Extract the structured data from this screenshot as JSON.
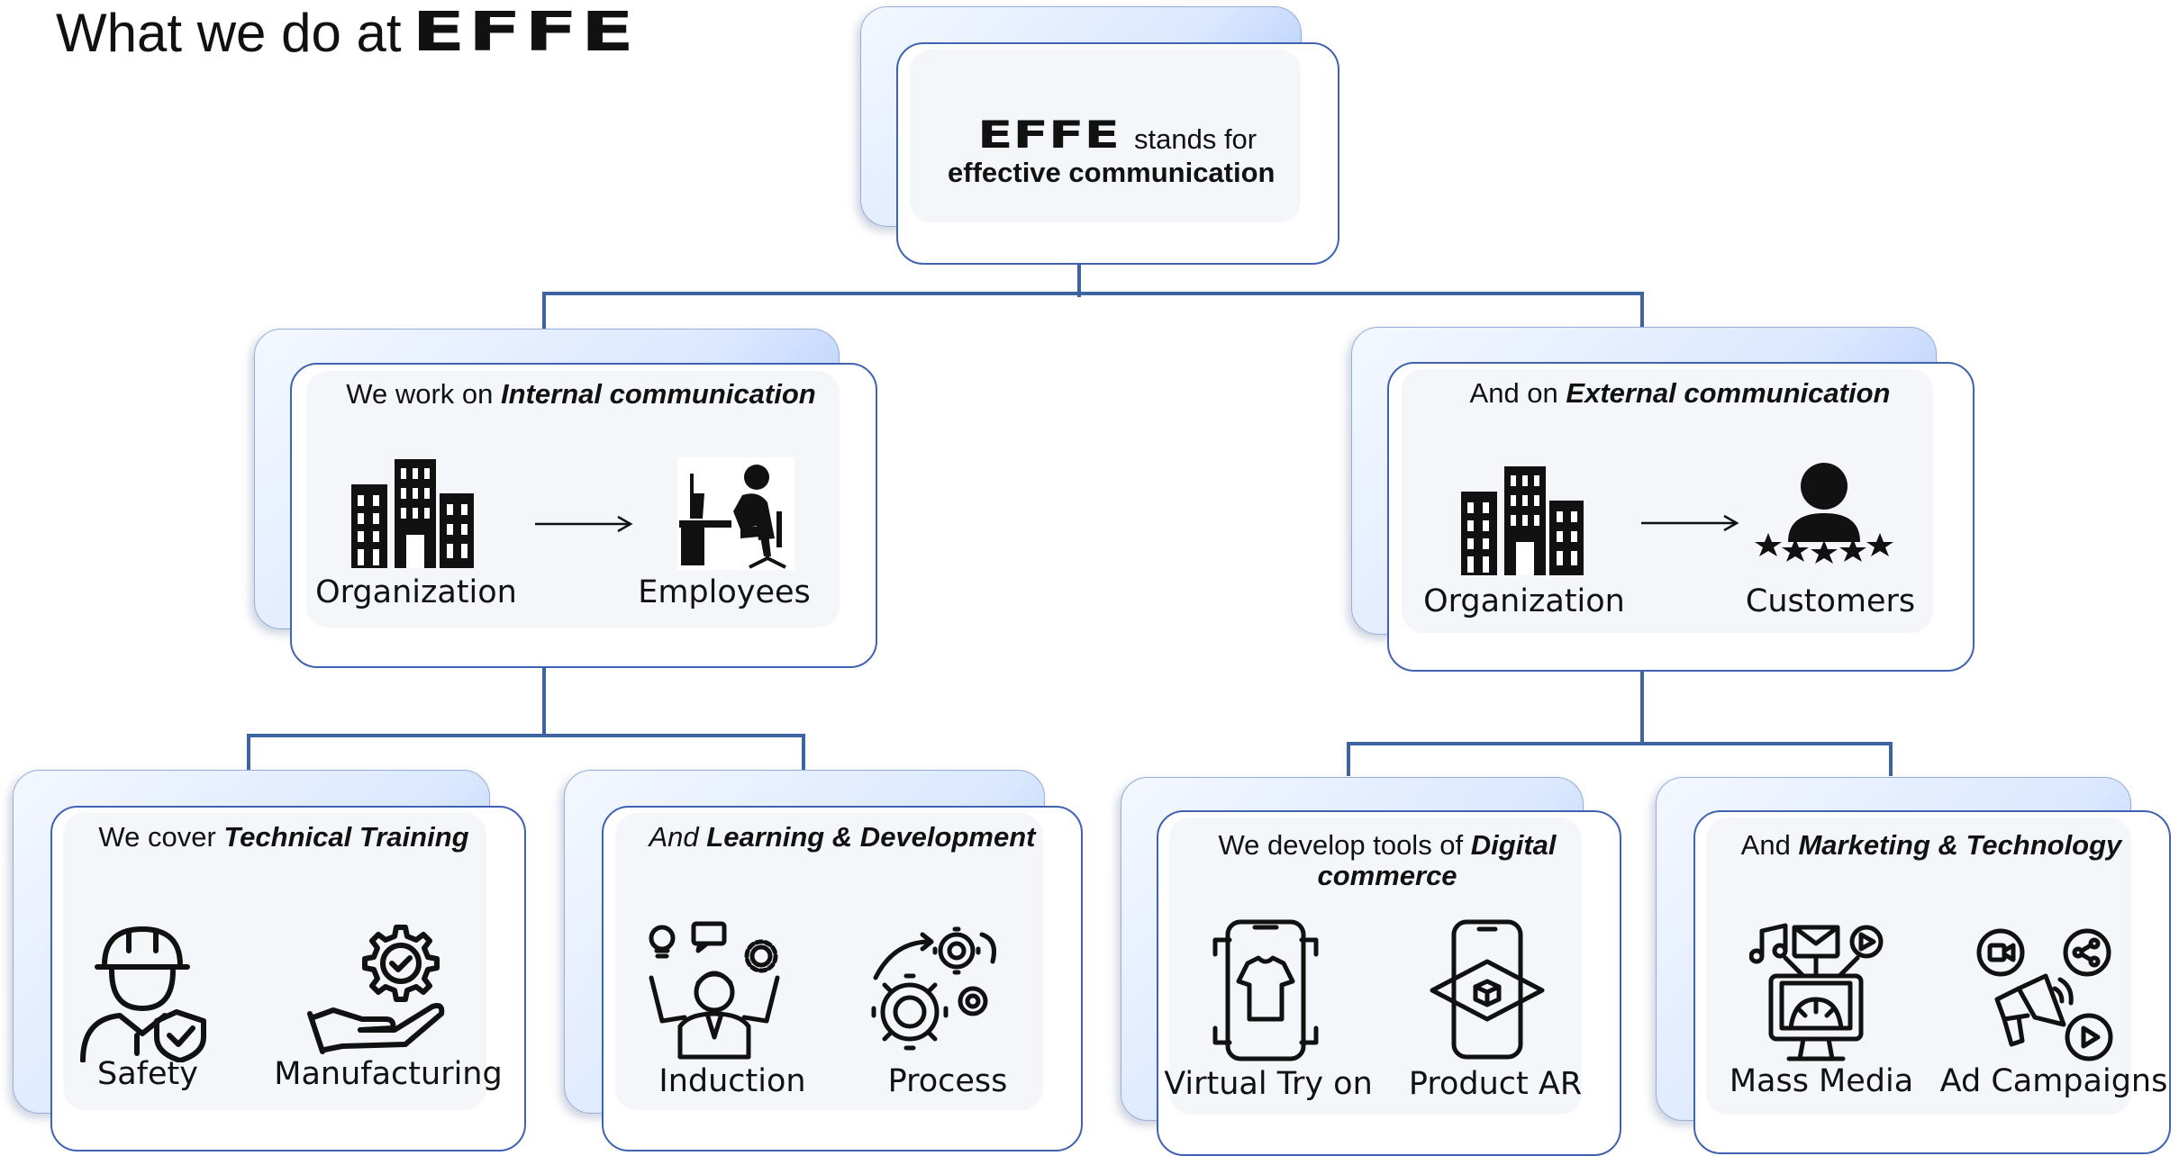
{
  "header": {
    "title_prefix": "What we do at",
    "logo_text": "EFFE"
  },
  "root": {
    "logo_text": "EFFE",
    "line1_suffix": "stands for",
    "line2": "effective communication"
  },
  "internal": {
    "prefix": "We work on",
    "emphasis": "Internal communication",
    "from_label": "Organization",
    "to_label": "Employees"
  },
  "external": {
    "prefix": "And on",
    "emphasis": "External communication",
    "from_label": "Organization",
    "to_label": "Customers"
  },
  "technical": {
    "prefix": "We cover",
    "emphasis": "Technical Training",
    "items": [
      "Safety",
      "Manufacturing"
    ]
  },
  "learning": {
    "prefix": "And",
    "emphasis": "Learning & Development",
    "items": [
      "Induction",
      "Process"
    ]
  },
  "digital": {
    "prefix": "We develop tools of",
    "emphasis_1": "Digital",
    "emphasis_2": "commerce",
    "items": [
      "Virtual Try on",
      "Product AR"
    ]
  },
  "marketing": {
    "prefix": "And",
    "emphasis": "Marketing & Technology",
    "items": [
      "Mass Media",
      "Ad Campaigns"
    ]
  },
  "colors": {
    "connector": "#3c64a0",
    "card_border": "#3f63b0",
    "card_gradient_end": "#9bbcf6"
  }
}
